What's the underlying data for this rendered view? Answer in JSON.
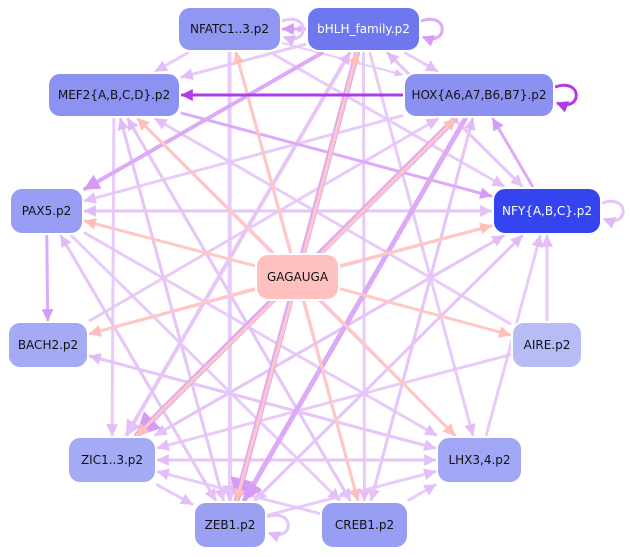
{
  "nodes": [
    {
      "id": "nfatc",
      "label": "NFATC1..3.p2",
      "fill": "#8f97f2",
      "text": "#111111"
    },
    {
      "id": "bhlh",
      "label": "bHLH_family.p2",
      "fill": "#6e78ee",
      "text": "#ffffff"
    },
    {
      "id": "mef2",
      "label": "MEF2{A,B,C,D}.p2",
      "fill": "#8b92f1",
      "text": "#111111"
    },
    {
      "id": "hox",
      "label": "HOX{A6,A7,B6,B7}.p2",
      "fill": "#8a91f1",
      "text": "#111111"
    },
    {
      "id": "pax5",
      "label": "PAX5.p2",
      "fill": "#979ef3",
      "text": "#111111"
    },
    {
      "id": "nfy",
      "label": "NFY{A,B,C}.p2",
      "fill": "#3444ee",
      "text": "#ffffff"
    },
    {
      "id": "gagauga",
      "label": "GAGAUGA",
      "fill": "#ffc0c0",
      "text": "#111111"
    },
    {
      "id": "bach2",
      "label": "BACH2.p2",
      "fill": "#a4aaf4",
      "text": "#111111"
    },
    {
      "id": "aire",
      "label": "AIRE.p2",
      "fill": "#b7bcf7",
      "text": "#111111"
    },
    {
      "id": "zic",
      "label": "ZIC1..3.p2",
      "fill": "#a4aaf4",
      "text": "#111111"
    },
    {
      "id": "lhx",
      "label": "LHX3,4.p2",
      "fill": "#a1a7f4",
      "text": "#111111"
    },
    {
      "id": "zeb1",
      "label": "ZEB1.p2",
      "fill": "#9aa1f3",
      "text": "#111111"
    },
    {
      "id": "creb1",
      "label": "CREB1.p2",
      "fill": "#979ef3",
      "text": "#111111"
    }
  ],
  "colors": {
    "edge_light": "#e6c6f8",
    "edge_medium": "#dcaaf6",
    "edge_strong": "#b03be8",
    "edge_pink": "#ffc8c4"
  },
  "edges": [
    {
      "from": "gagauga",
      "to": "nfatc",
      "style": "pink",
      "w": 3
    },
    {
      "from": "gagauga",
      "to": "bhlh",
      "style": "pink",
      "w": 3
    },
    {
      "from": "gagauga",
      "to": "mef2",
      "style": "pink",
      "w": 3
    },
    {
      "from": "gagauga",
      "to": "hox",
      "style": "pink",
      "w": 3
    },
    {
      "from": "gagauga",
      "to": "pax5",
      "style": "pink",
      "w": 3
    },
    {
      "from": "gagauga",
      "to": "nfy",
      "style": "pink",
      "w": 3
    },
    {
      "from": "gagauga",
      "to": "bach2",
      "style": "pink",
      "w": 3
    },
    {
      "from": "gagauga",
      "to": "aire",
      "style": "pink",
      "w": 3
    },
    {
      "from": "gagauga",
      "to": "zic",
      "style": "pink",
      "w": 3
    },
    {
      "from": "gagauga",
      "to": "lhx",
      "style": "pink",
      "w": 3
    },
    {
      "from": "gagauga",
      "to": "zeb1",
      "style": "pink",
      "w": 3
    },
    {
      "from": "gagauga",
      "to": "creb1",
      "style": "pink",
      "w": 3
    },
    {
      "from": "hox",
      "to": "mef2",
      "style": "strong",
      "w": 3
    },
    {
      "from": "nfy",
      "to": "hox",
      "style": "medium",
      "w": 3
    },
    {
      "from": "mef2",
      "to": "nfy",
      "style": "medium",
      "w": 3
    },
    {
      "from": "bhlh",
      "to": "nfatc",
      "style": "medium",
      "w": 3
    },
    {
      "from": "nfatc",
      "to": "bhlh",
      "style": "light",
      "w": 2
    },
    {
      "from": "bhlh",
      "to": "mef2",
      "style": "light",
      "w": 3
    },
    {
      "from": "bhlh",
      "to": "hox",
      "style": "light",
      "w": 3
    },
    {
      "from": "bhlh",
      "to": "pax5",
      "style": "medium",
      "w": 4
    },
    {
      "from": "bhlh",
      "to": "zeb1",
      "style": "medium",
      "w": 6
    },
    {
      "from": "bhlh",
      "to": "zic",
      "style": "light",
      "w": 4
    },
    {
      "from": "bhlh",
      "to": "nfy",
      "style": "light",
      "w": 3
    },
    {
      "from": "bhlh",
      "to": "lhx",
      "style": "light",
      "w": 3
    },
    {
      "from": "bhlh",
      "to": "creb1",
      "style": "light",
      "w": 3
    },
    {
      "from": "nfatc",
      "to": "zeb1",
      "style": "light",
      "w": 4
    },
    {
      "from": "nfatc",
      "to": "creb1",
      "style": "light",
      "w": 3
    },
    {
      "from": "nfatc",
      "to": "mef2",
      "style": "light",
      "w": 3
    },
    {
      "from": "nfatc",
      "to": "nfy",
      "style": "light",
      "w": 3
    },
    {
      "from": "nfatc",
      "to": "hox",
      "style": "light",
      "w": 2
    },
    {
      "from": "hox",
      "to": "zeb1",
      "style": "medium",
      "w": 5
    },
    {
      "from": "hox",
      "to": "zic",
      "style": "medium",
      "w": 6
    },
    {
      "from": "hox",
      "to": "pax5",
      "style": "light",
      "w": 3
    },
    {
      "from": "hox",
      "to": "creb1",
      "style": "light",
      "w": 3
    },
    {
      "from": "mef2",
      "to": "lhx",
      "style": "light",
      "w": 3
    },
    {
      "from": "mef2",
      "to": "creb1",
      "style": "light",
      "w": 3
    },
    {
      "from": "mef2",
      "to": "zic",
      "style": "light",
      "w": 3
    },
    {
      "from": "mef2",
      "to": "zeb1",
      "style": "light",
      "w": 3
    },
    {
      "from": "pax5",
      "to": "nfy",
      "style": "light",
      "w": 3
    },
    {
      "from": "pax5",
      "to": "bach2",
      "style": "medium",
      "w": 3
    },
    {
      "from": "pax5",
      "to": "lhx",
      "style": "light",
      "w": 3
    },
    {
      "from": "pax5",
      "to": "creb1",
      "style": "light",
      "w": 3
    },
    {
      "from": "pax5",
      "to": "zeb1",
      "style": "light",
      "w": 3
    },
    {
      "from": "nfy",
      "to": "pax5",
      "style": "light",
      "w": 3
    },
    {
      "from": "nfy",
      "to": "bach2",
      "style": "light",
      "w": 3
    },
    {
      "from": "nfy",
      "to": "zic",
      "style": "light",
      "w": 3
    },
    {
      "from": "nfy",
      "to": "zeb1",
      "style": "light",
      "w": 3
    },
    {
      "from": "nfy",
      "to": "bhlh",
      "style": "light",
      "w": 3
    },
    {
      "from": "aire",
      "to": "mef2",
      "style": "light",
      "w": 3
    },
    {
      "from": "aire",
      "to": "zic",
      "style": "light",
      "w": 3
    },
    {
      "from": "aire",
      "to": "nfy",
      "style": "light",
      "w": 3
    },
    {
      "from": "bach2",
      "to": "hox",
      "style": "light",
      "w": 3
    },
    {
      "from": "bach2",
      "to": "lhx",
      "style": "light",
      "w": 3
    },
    {
      "from": "zic",
      "to": "hox",
      "style": "light",
      "w": 3
    },
    {
      "from": "zic",
      "to": "lhx",
      "style": "light",
      "w": 3
    },
    {
      "from": "zic",
      "to": "nfy",
      "style": "light",
      "w": 3
    },
    {
      "from": "zic",
      "to": "bhlh",
      "style": "light",
      "w": 3
    },
    {
      "from": "lhx",
      "to": "mef2",
      "style": "light",
      "w": 3
    },
    {
      "from": "lhx",
      "to": "bach2",
      "style": "light",
      "w": 3
    },
    {
      "from": "lhx",
      "to": "zic",
      "style": "light",
      "w": 3
    },
    {
      "from": "lhx",
      "to": "nfy",
      "style": "light",
      "w": 3
    },
    {
      "from": "zeb1",
      "to": "pax5",
      "style": "light",
      "w": 3
    },
    {
      "from": "zeb1",
      "to": "nfy",
      "style": "light",
      "w": 3
    },
    {
      "from": "zeb1",
      "to": "lhx",
      "style": "light",
      "w": 3
    },
    {
      "from": "zeb1",
      "to": "mef2",
      "style": "light",
      "w": 3
    },
    {
      "from": "creb1",
      "to": "lhx",
      "style": "light",
      "w": 3
    },
    {
      "from": "creb1",
      "to": "zic",
      "style": "light",
      "w": 3
    },
    {
      "from": "creb1",
      "to": "hox",
      "style": "light",
      "w": 3
    },
    {
      "from": "creb1",
      "to": "mef2",
      "style": "light",
      "w": 3
    },
    {
      "from": "zic",
      "to": "zeb1",
      "style": "light",
      "w": 3
    }
  ],
  "self_loops": [
    {
      "node": "bhlh",
      "style": "medium"
    },
    {
      "node": "nfatc",
      "style": "light"
    },
    {
      "node": "hox",
      "style": "strong"
    },
    {
      "node": "nfy",
      "style": "light"
    },
    {
      "node": "zeb1",
      "style": "light"
    }
  ]
}
